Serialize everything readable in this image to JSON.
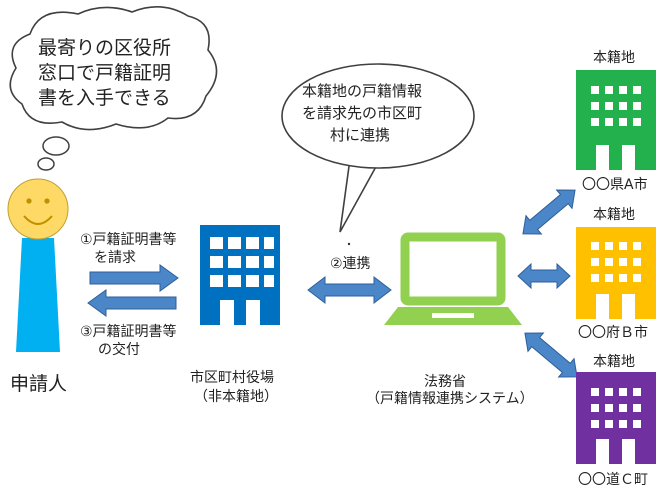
{
  "thought_bubble": {
    "lines": [
      "最寄りの区役所",
      "窓口で戸籍証明",
      "書を入手できる"
    ]
  },
  "speech_bubble": {
    "lines": [
      "本籍地の戸籍情報",
      "を請求先の市区町",
      "村に連携"
    ]
  },
  "applicant": {
    "label": "申請人"
  },
  "arrow_request": {
    "lines": [
      "①戸籍証明書等",
      "を請求"
    ]
  },
  "arrow_issue": {
    "lines": [
      "③戸籍証明書等",
      "の交付"
    ]
  },
  "city_office": {
    "lines": [
      "市区町村役場",
      "（非本籍地）"
    ]
  },
  "link": {
    "label": "②連携"
  },
  "ministry": {
    "lines": [
      "法務省",
      "（戸籍情報連携システム）"
    ]
  },
  "registries": [
    {
      "title": "本籍地",
      "name": "〇〇県A市",
      "color": "#22b14c"
    },
    {
      "title": "本籍地",
      "name": "〇〇府Ｂ市",
      "color": "#ffc000"
    },
    {
      "title": "本籍地",
      "name": "〇〇道Ｃ町",
      "color": "#7030a0"
    }
  ],
  "colors": {
    "office_blue": "#0070c0",
    "arrow_blue": "#4a86c8",
    "laptop_green": "#92d050",
    "person_body": "#00b0f0",
    "person_face": "#ffd966"
  }
}
